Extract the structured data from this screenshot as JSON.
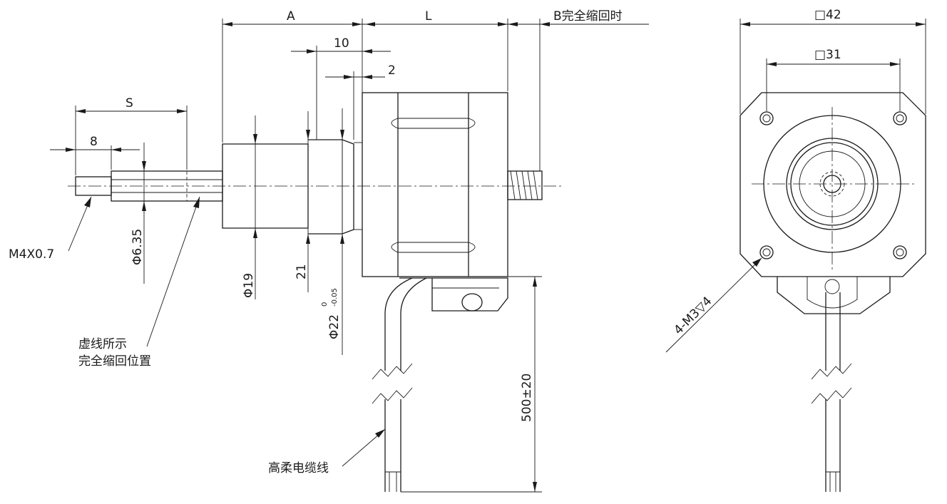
{
  "side_view": {
    "dim_a": "A",
    "dim_l": "L",
    "dim_b": "B完全缩回时",
    "dim_10": "10",
    "dim_2": "2",
    "dim_s": "S",
    "dim_8": "8",
    "thread": "M4X0.7",
    "dia_635": "Φ6.35",
    "dia_19": "Φ19",
    "dim_21": "21",
    "dia_22": "Φ22",
    "tol_upper": "0",
    "tol_lower": "-0.05",
    "note_line1": "虚线所示",
    "note_line2": "完全缩回位置",
    "cable_note": "高柔电缆线",
    "cable_length": "500±20"
  },
  "end_view": {
    "square_42": "□42",
    "square_31": "□31",
    "mount_holes": "4-M3▽4"
  }
}
